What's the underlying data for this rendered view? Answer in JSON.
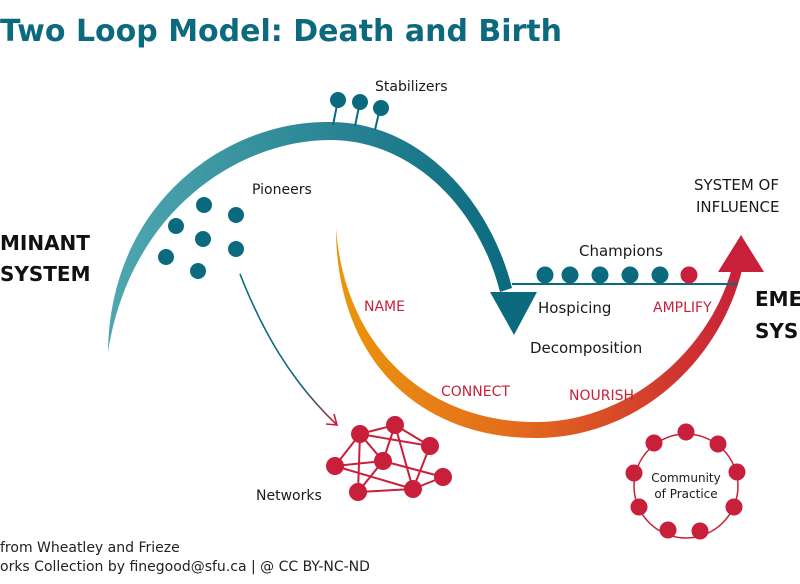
{
  "title": "Two Loop Model: Death and Birth",
  "labels": {
    "dominant_system_line1": "MINANT",
    "dominant_system_line2": "SYSTEM",
    "emerging_system_line1": "EME",
    "emerging_system_line2": "SYS",
    "system_of_influence_line1": "SYSTEM OF",
    "system_of_influence_line2": "INFLUENCE",
    "stabilizers": "Stabilizers",
    "pioneers": "Pioneers",
    "champions": "Champions",
    "hospicing": "Hospicing",
    "decomposition": "Decomposition",
    "networks": "Networks",
    "community_line1": "Community",
    "community_line2": "of Practice"
  },
  "actions": {
    "name": "NAME",
    "connect": "CONNECT",
    "nourish": "NOURISH",
    "amplify": "AMPLIFY"
  },
  "footer": {
    "line1": " from Wheatley and Frieze",
    "line2": "orks Collection by finegood@sfu.ca | @ CC BY-NC-ND"
  },
  "colors": {
    "teal": "#0b6a7e",
    "teal_light": "#4aa3ad",
    "orange": "#e8900f",
    "red": "#c8203a"
  }
}
